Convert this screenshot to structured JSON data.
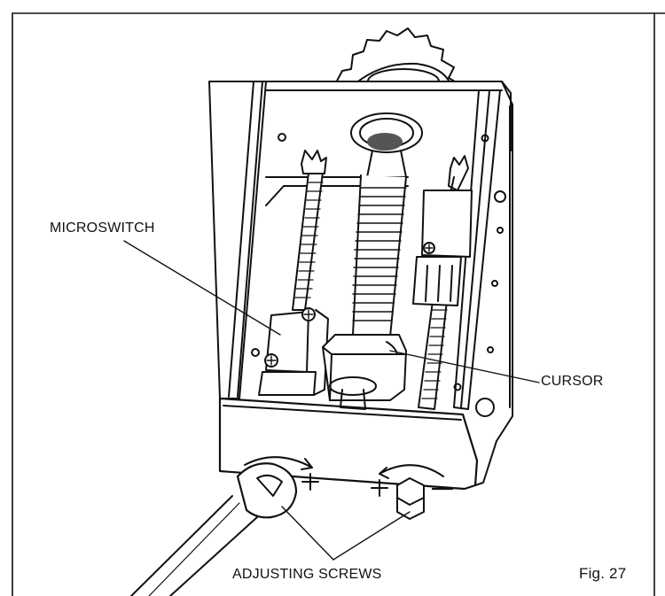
{
  "labels": {
    "microswitch": "MICROSWITCH",
    "cursor": "CURSOR",
    "adjusting_screws": "ADJUSTING SCREWS",
    "figure": "Fig. 27"
  },
  "symbols": {
    "plus": "+",
    "minus": "−"
  },
  "colors": {
    "line": "#111111",
    "shade": "#555555",
    "background": "#ffffff"
  }
}
